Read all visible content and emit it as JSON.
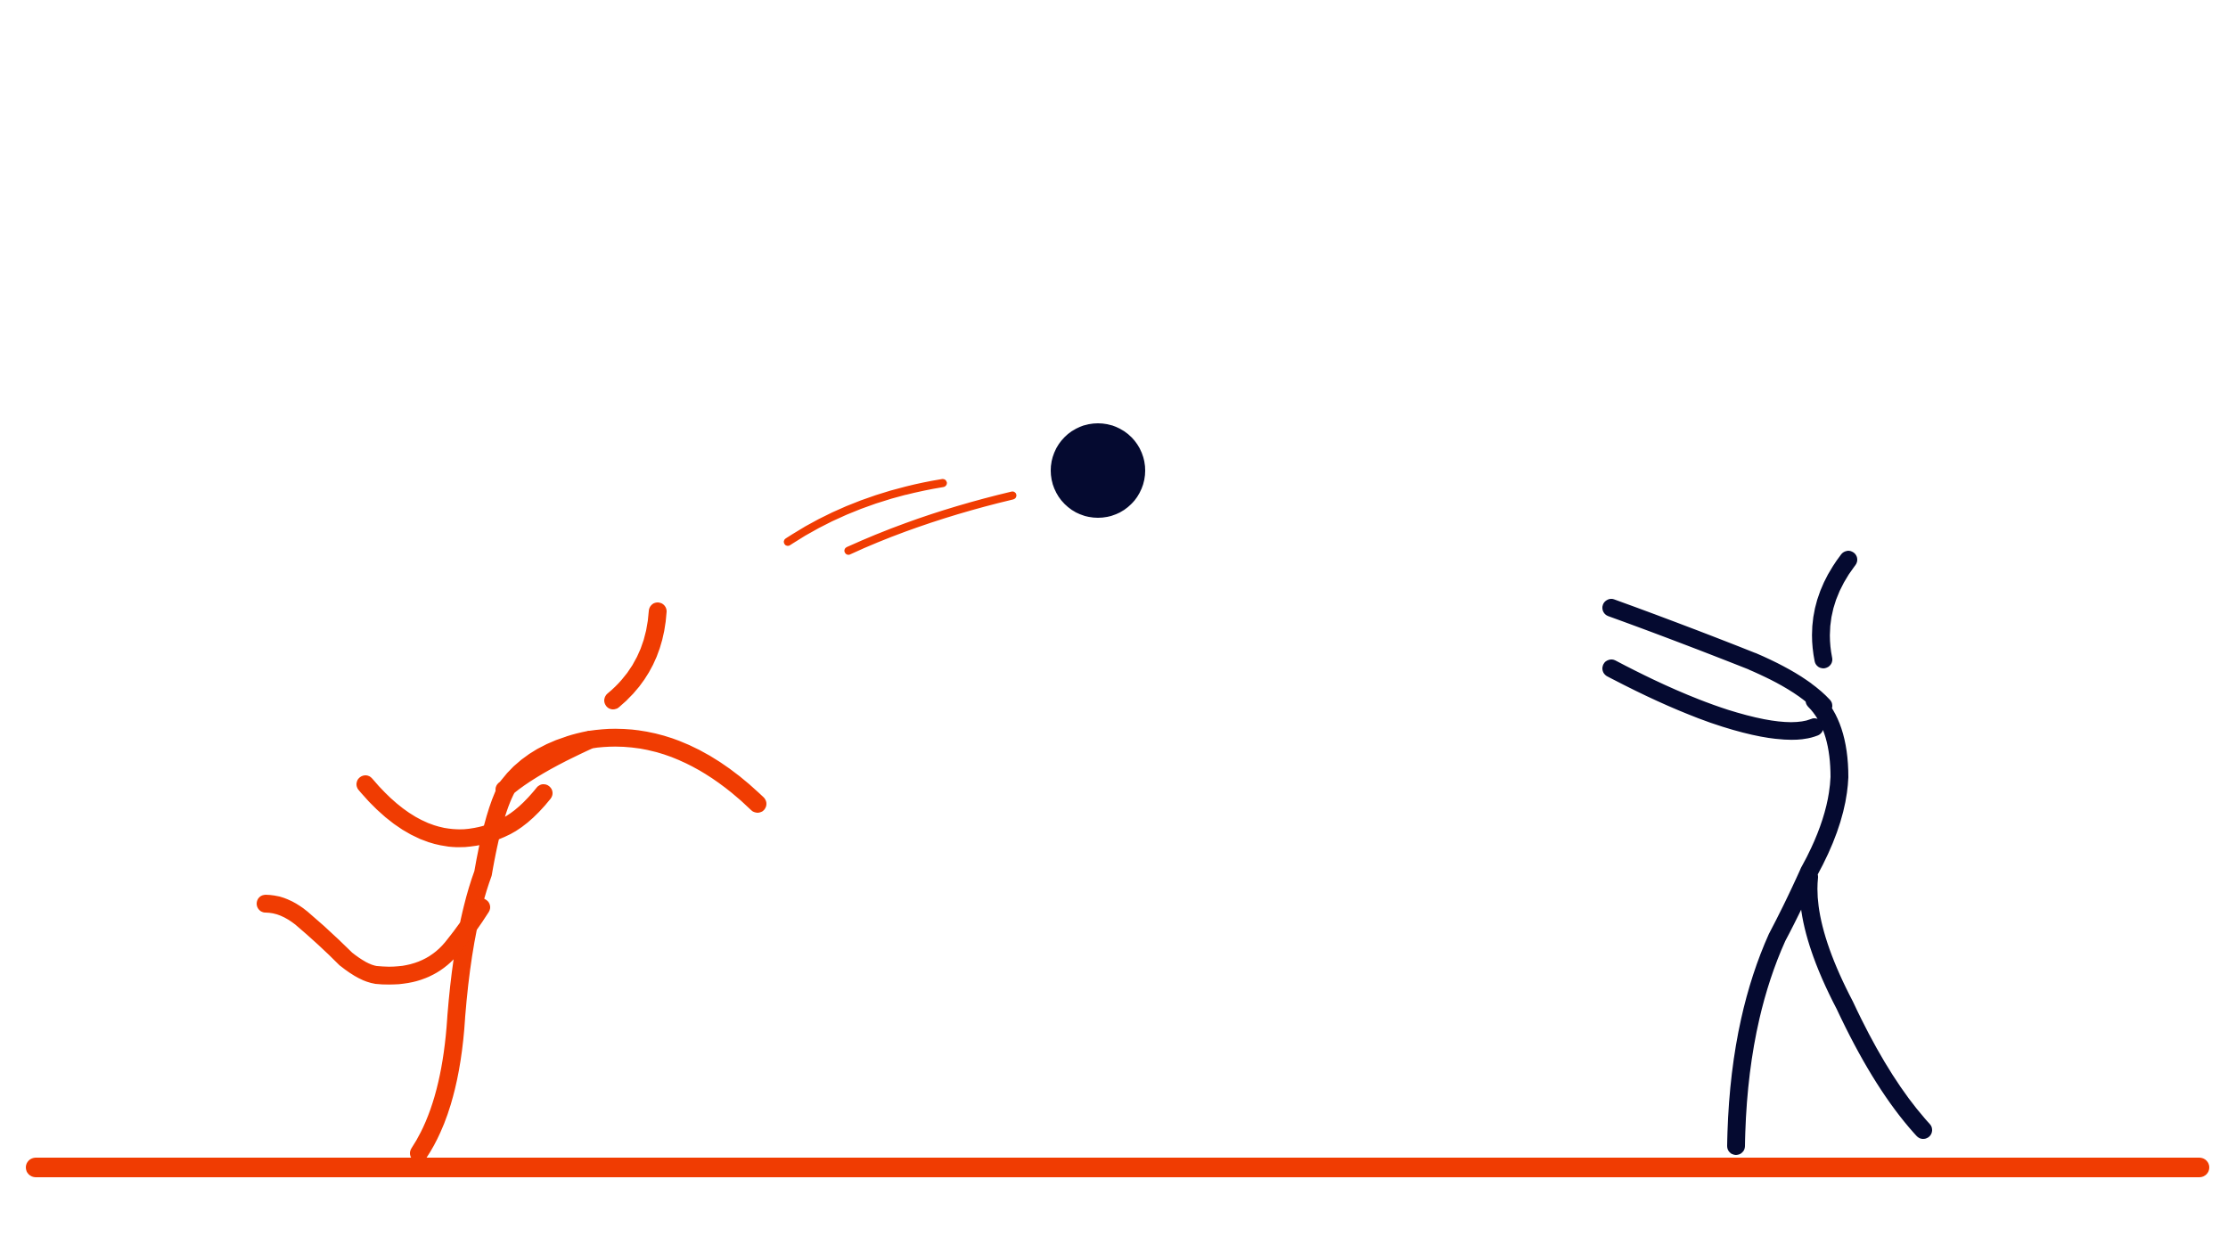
{
  "illustration": {
    "description_free": true,
    "colors": {
      "thrower": "#f03c02",
      "catcher": "#050a30",
      "ball": "#050a30",
      "ground": "#f03c02",
      "background": "#ffffff"
    },
    "figures": [
      "thrower",
      "catcher"
    ],
    "objects": [
      "ball",
      "motion-lines",
      "ground-line"
    ]
  }
}
